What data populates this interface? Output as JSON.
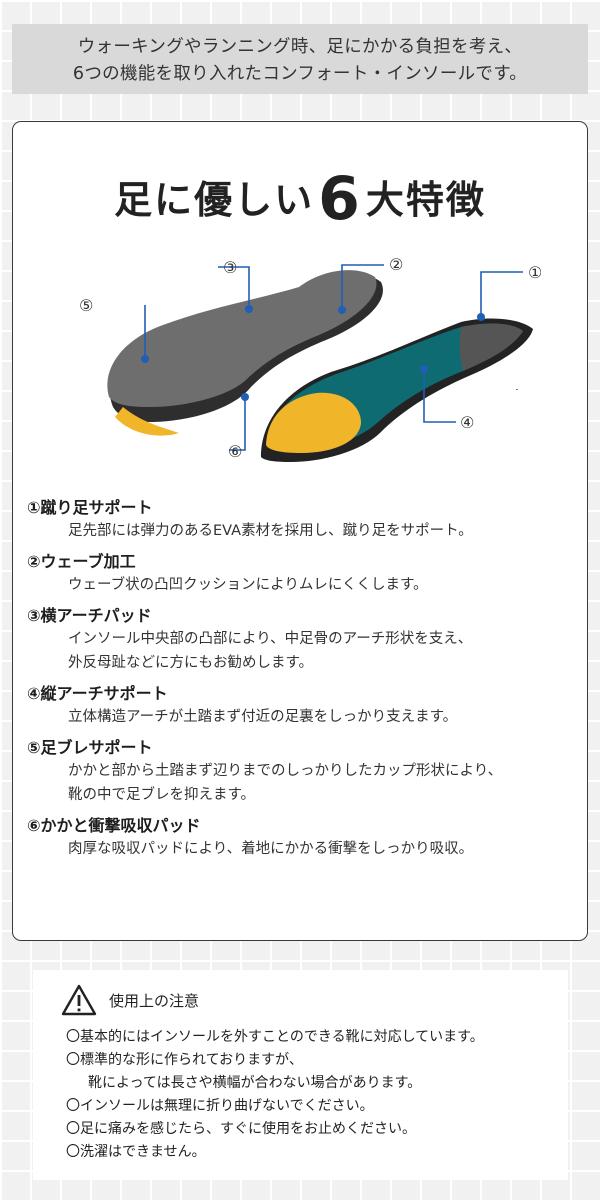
{
  "header": {
    "lines": [
      "ウォーキングやランニング時、足にかかる負担を考え、",
      "6つの機能を取り入れたコンフォート・インソールです。"
    ]
  },
  "card": {
    "title_pre": "足に優しい",
    "title_num": "6",
    "title_post": "大特徴"
  },
  "diagram": {
    "labels": [
      "①",
      "②",
      "③",
      "④",
      "⑤",
      "⑥"
    ],
    "colors": {
      "sole_gray": "#6e6e6e",
      "teal": "#0f6b72",
      "yellow": "#f1b52a",
      "base": "#2a2a2a",
      "callout": "#1f5fb5"
    }
  },
  "features": [
    {
      "title": "①蹴り足サポート",
      "desc": [
        "足先部には弾力のあるEVA素材を採用し、蹴り足をサポート。"
      ]
    },
    {
      "title": "②ウェーブ加工",
      "desc": [
        "ウェーブ状の凸凹クッションによりムレにくくします。"
      ]
    },
    {
      "title": "③横アーチパッド",
      "desc": [
        "インソール中央部の凸部により、中足骨のアーチ形状を支え、",
        "外反母趾などに方にもお勧めします。"
      ]
    },
    {
      "title": "④縦アーチサポート",
      "desc": [
        "立体構造アーチが土踏まず付近の足裏をしっかり支えます。"
      ]
    },
    {
      "title": "⑤足ブレサポート",
      "desc": [
        "かかと部から土踏まず辺りまでのしっかりしたカップ形状により、",
        "靴の中で足ブレを抑えます。"
      ]
    },
    {
      "title": "⑥かかと衝撃吸収パッド",
      "desc": [
        "肉厚な吸収パッドにより、着地にかかる衝撃をしっかり吸収。"
      ]
    }
  ],
  "caution": {
    "icon": "warning-triangle-icon",
    "title": "使用上の注意",
    "items": [
      {
        "text": "〇基本的にはインソールを外すことのできる靴に対応しています。",
        "indent": false
      },
      {
        "text": "〇標準的な形に作られておりますが、",
        "indent": false
      },
      {
        "text": "靴によっては長さや横幅が合わない場合があります。",
        "indent": true
      },
      {
        "text": "〇インソールは無理に折り曲げないでください。",
        "indent": false
      },
      {
        "text": "〇足に痛みを感じたら、すぐに使用をお止めください。",
        "indent": false
      },
      {
        "text": "〇洗濯はできません。",
        "indent": false
      }
    ]
  }
}
